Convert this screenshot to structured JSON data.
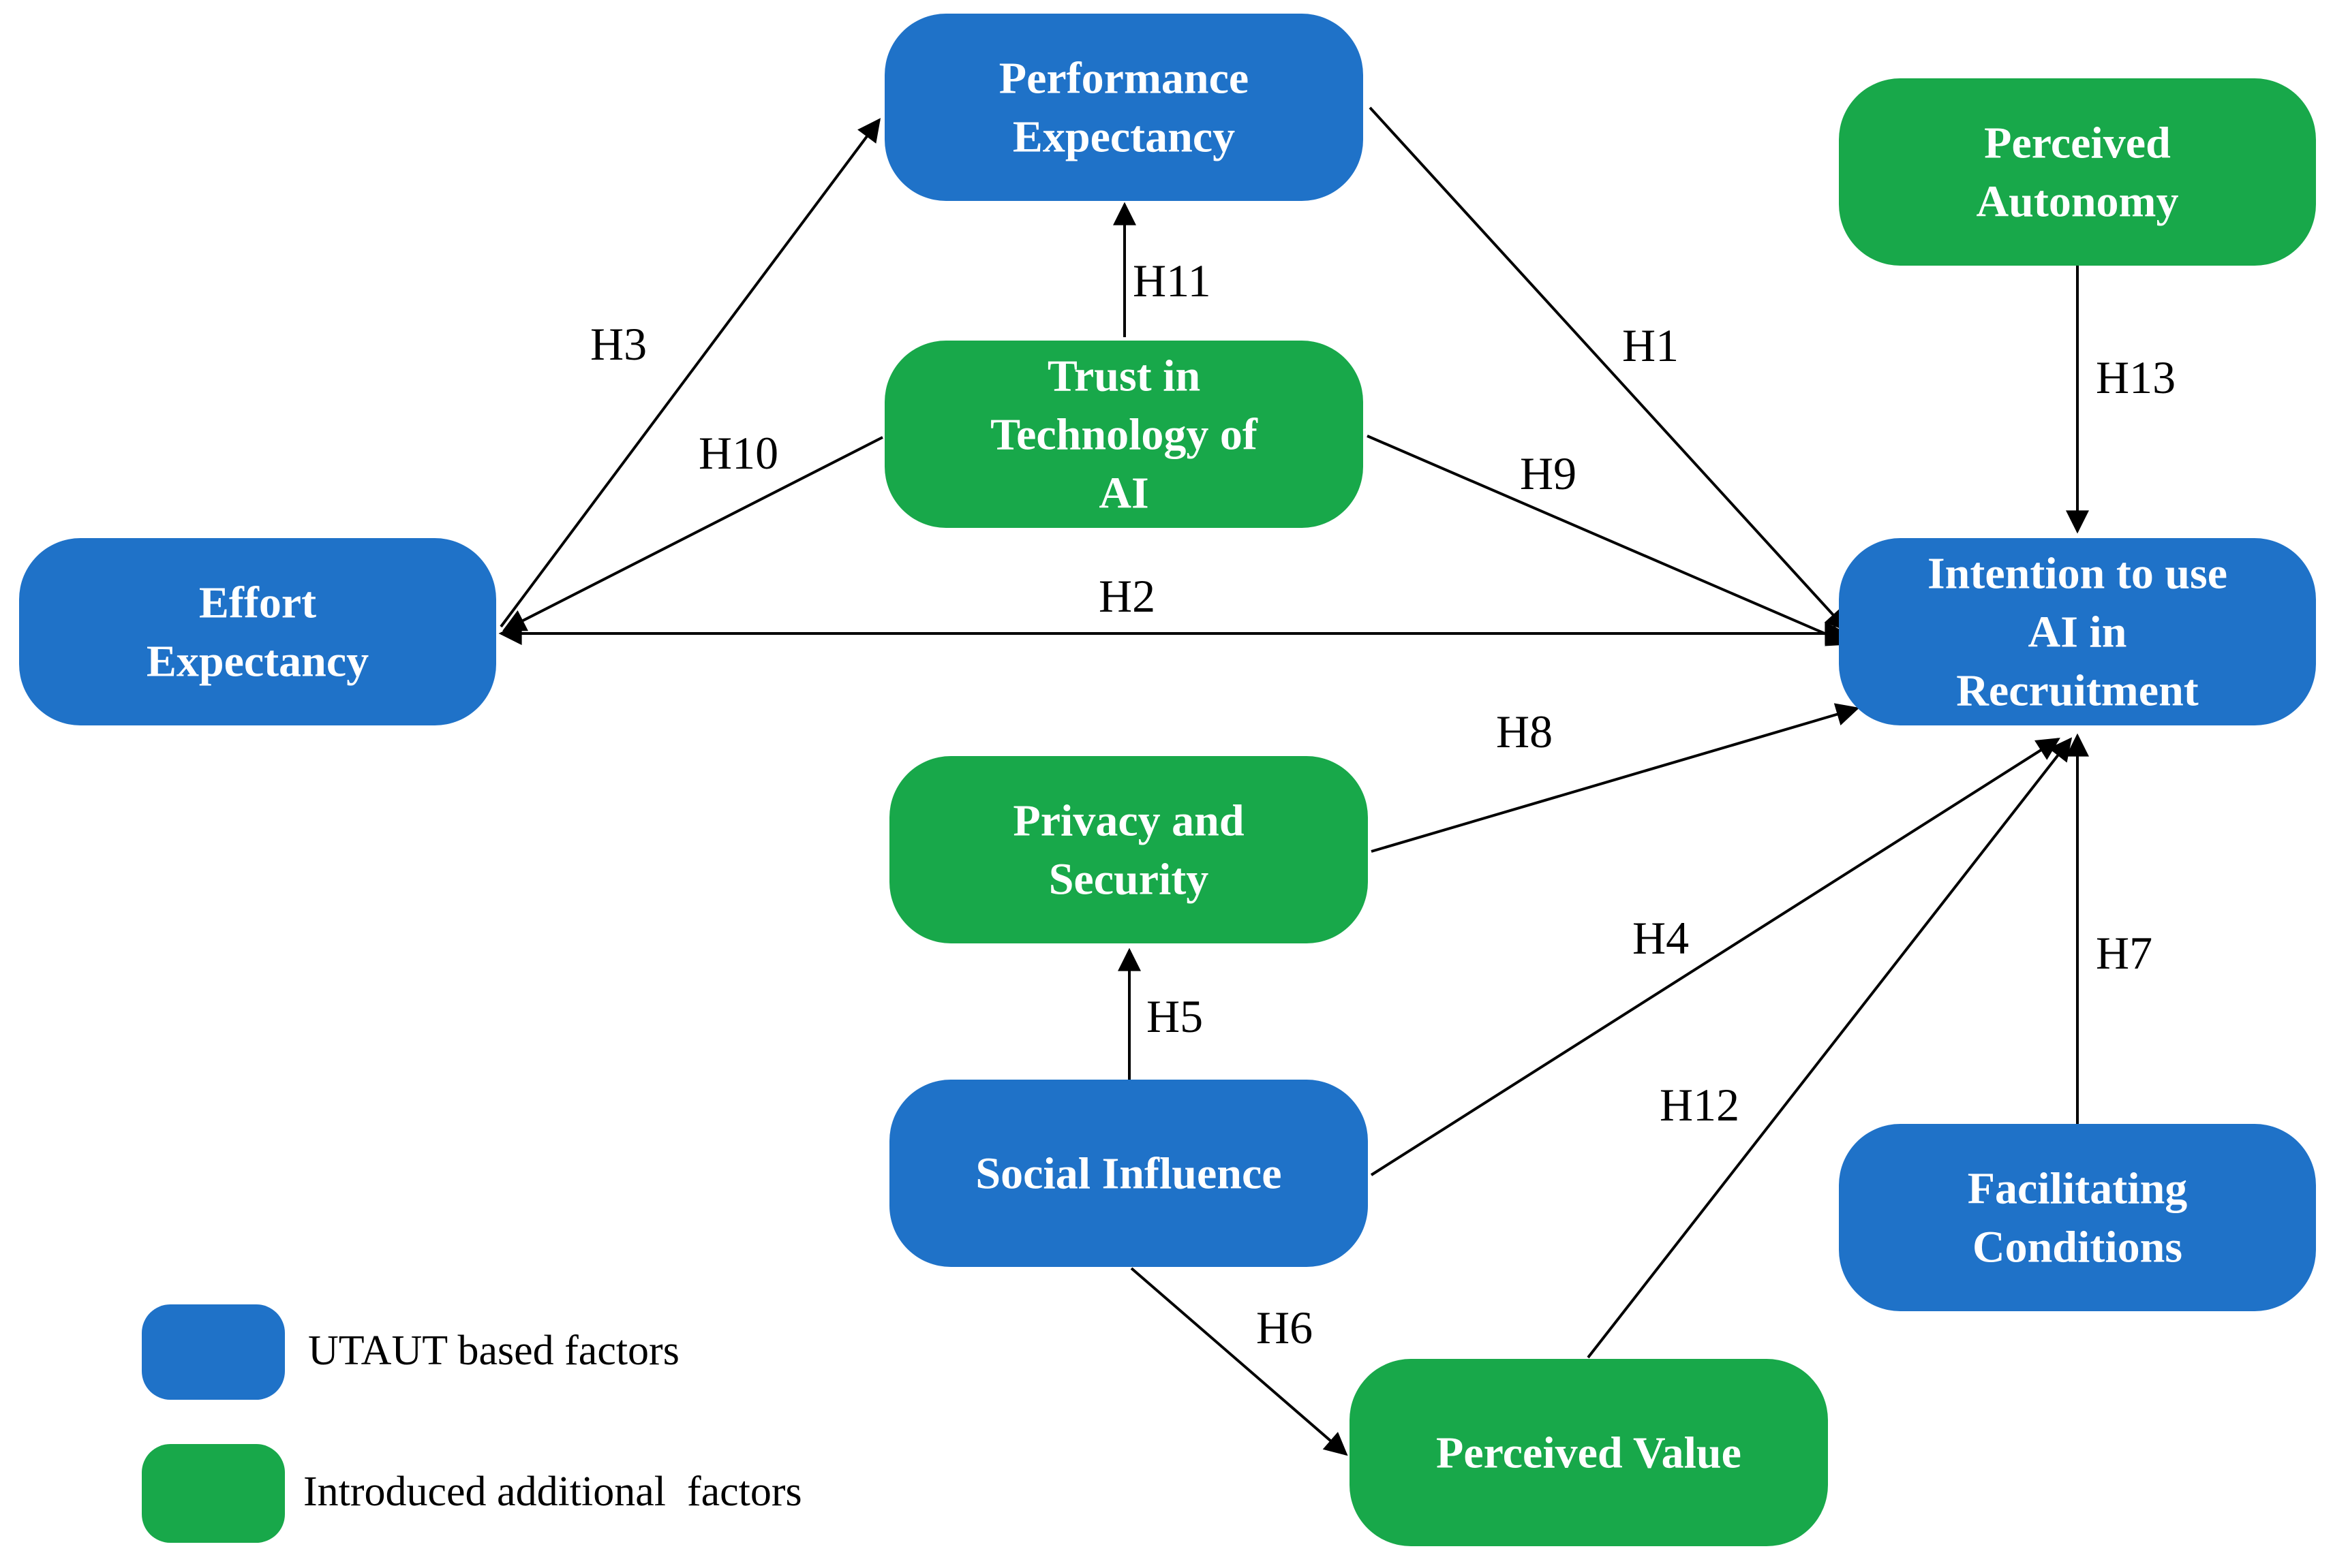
{
  "colors": {
    "utaut": "#1f72c8",
    "additional": "#18a84a",
    "text_on_node": "#ffffff",
    "edge": "#000000"
  },
  "nodes": {
    "performance_expectancy": {
      "lines": [
        "Performance",
        "Expectancy"
      ],
      "category": "utaut"
    },
    "perceived_autonomy": {
      "lines": [
        "Perceived",
        "Autonomy"
      ],
      "category": "additional"
    },
    "trust_in_technology": {
      "lines": [
        "Trust in",
        "Technology of",
        "AI"
      ],
      "category": "additional"
    },
    "effort_expectancy": {
      "lines": [
        "Effort",
        "Expectancy"
      ],
      "category": "utaut"
    },
    "intention_to_use": {
      "lines": [
        "Intention to use",
        "AI in",
        "Recruitment"
      ],
      "category": "utaut"
    },
    "privacy_security": {
      "lines": [
        "Privacy and",
        "Security"
      ],
      "category": "additional"
    },
    "social_influence": {
      "lines": [
        "Social Influence"
      ],
      "category": "utaut"
    },
    "facilitating_conditions": {
      "lines": [
        "Facilitating",
        "Conditions"
      ],
      "category": "utaut"
    },
    "perceived_value": {
      "lines": [
        "Perceived Value"
      ],
      "category": "additional"
    }
  },
  "edges": [
    {
      "label": "H1",
      "from": "performance_expectancy",
      "to": "intention_to_use"
    },
    {
      "label": "H2",
      "from": "effort_expectancy",
      "to": "intention_to_use"
    },
    {
      "label": "H3",
      "from": "effort_expectancy",
      "to": "performance_expectancy"
    },
    {
      "label": "H4",
      "from": "social_influence",
      "to": "intention_to_use"
    },
    {
      "label": "H5",
      "from": "social_influence",
      "to": "privacy_security"
    },
    {
      "label": "H6",
      "from": "social_influence",
      "to": "perceived_value"
    },
    {
      "label": "H7",
      "from": "facilitating_conditions",
      "to": "intention_to_use"
    },
    {
      "label": "H8",
      "from": "privacy_security",
      "to": "intention_to_use"
    },
    {
      "label": "H9",
      "from": "trust_in_technology",
      "to": "intention_to_use"
    },
    {
      "label": "H10",
      "from": "trust_in_technology",
      "to": "effort_expectancy"
    },
    {
      "label": "H11",
      "from": "trust_in_technology",
      "to": "performance_expectancy"
    },
    {
      "label": "H12",
      "from": "perceived_value",
      "to": "intention_to_use"
    },
    {
      "label": "H13",
      "from": "perceived_autonomy",
      "to": "intention_to_use"
    }
  ],
  "legend": {
    "utaut_label": "UTAUT based factors",
    "additional_label": "Introduced additional  factors"
  }
}
